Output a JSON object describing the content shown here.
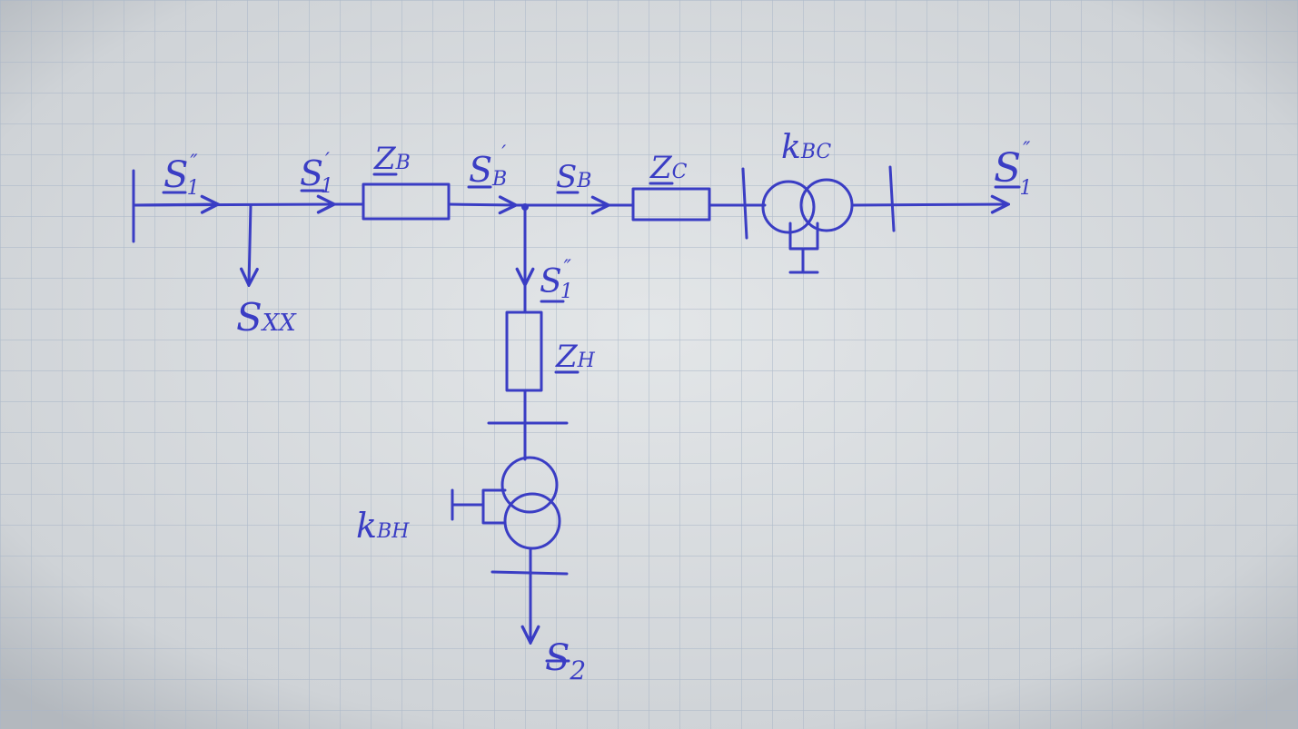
{
  "colors": {
    "paper": "#d7dadd",
    "grid": "#a9b6c8",
    "ink": "#3a3dc4"
  },
  "labels": {
    "s1_in": {
      "main": "S",
      "sup": "″",
      "sub": "1"
    },
    "s1_prime": {
      "main": "S",
      "sup": "′",
      "sub": "1"
    },
    "zv": {
      "main": "Z",
      "sub": "B"
    },
    "sv_prime": {
      "main": "S",
      "sup": "′",
      "sub": "B"
    },
    "sv": {
      "main": "S",
      "sub": "B"
    },
    "zc": {
      "main": "Z",
      "sub": "C"
    },
    "kvc": {
      "main": "k",
      "sub": "BC"
    },
    "s1_out": {
      "main": "S",
      "sup": "″",
      "sub": "1"
    },
    "sxx": {
      "main": "S",
      "sub": "XX"
    },
    "si_branch": {
      "main": "S",
      "sup": "″",
      "sub": "1"
    },
    "zn": {
      "main": "Z",
      "sub": "H"
    },
    "kvn": {
      "main": "k",
      "sub": "BH"
    },
    "s2": {
      "main": "S",
      "sub": "2"
    }
  }
}
